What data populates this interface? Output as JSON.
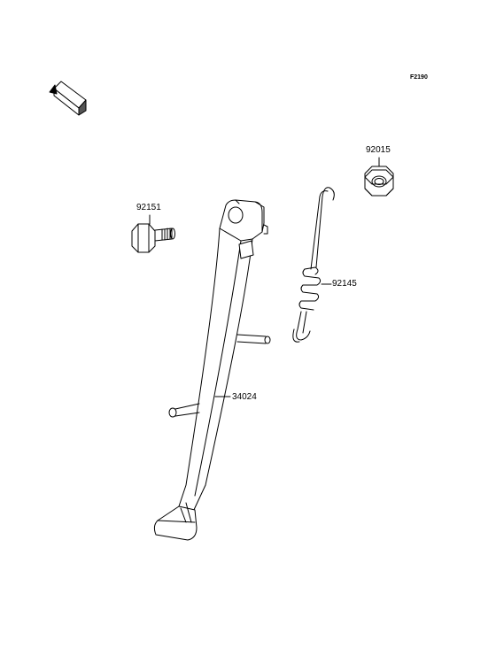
{
  "diagram": {
    "figure_code": "F2190",
    "front_badge": "FRONT",
    "parts": [
      {
        "number": "92015"
      },
      {
        "number": "92151"
      },
      {
        "number": "92145"
      },
      {
        "number": "34024"
      }
    ]
  }
}
